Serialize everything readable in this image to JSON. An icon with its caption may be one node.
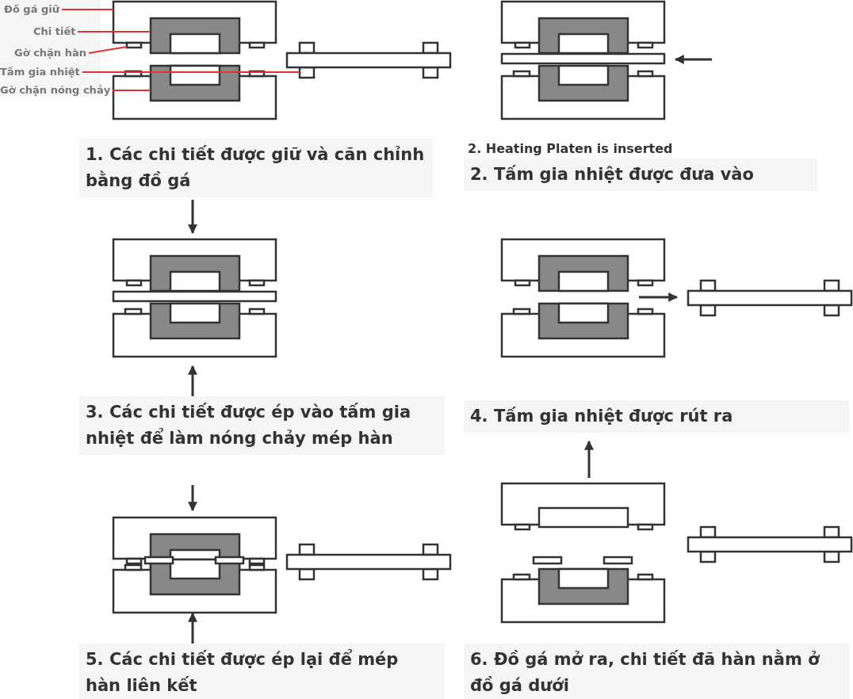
{
  "diagram": {
    "nodes": [
      {
        "text": [
          "Đồ gá giữ"
        ]
      },
      {
        "text": [
          "Chi tiết"
        ]
      },
      {
        "text": [
          "Gờ chặn hàn"
        ]
      },
      {
        "text": [
          "Tấm gia nhiệt"
        ]
      },
      {
        "text": [
          "Gờ chặn nóng chảy"
        ]
      },
      {
        "text": [],
        "shape": "box"
      },
      {
        "text": [],
        "shape": "box"
      },
      {
        "text": [],
        "shape": "box"
      },
      {
        "text": [],
        "shape": "box"
      },
      {
        "text": [],
        "shape": "box"
      }
    ],
    "edges": [
      {
        "from": 0,
        "to": 5,
        "arrow": "none"
      },
      {
        "from": 1,
        "to": 6,
        "arrow": "none"
      },
      {
        "from": 2,
        "to": 7,
        "arrow": "none"
      },
      {
        "from": 3,
        "to": 8,
        "arrow": "none"
      },
      {
        "from": 4,
        "to": 9,
        "arrow": "none"
      }
    ],
    "labels": [
      "1. Các chi tiết được giữ và căn chỉnh bằng đồ gá",
      "2. Heating Platen is inserted",
      "2. Tấm gia nhiệt được đưa vào",
      "3. Các chi tiết được ép vào tấm gia nhiệt để làm nóng chảy mép hàn",
      "4. Tấm gia nhiệt được rút ra",
      "5. Các chi tiết được ép lại để mép hàn liên kết",
      "6. Đồ gá mở ra, chi tiết đã hàn nằm ở đồ gá dưới"
    ]
  }
}
